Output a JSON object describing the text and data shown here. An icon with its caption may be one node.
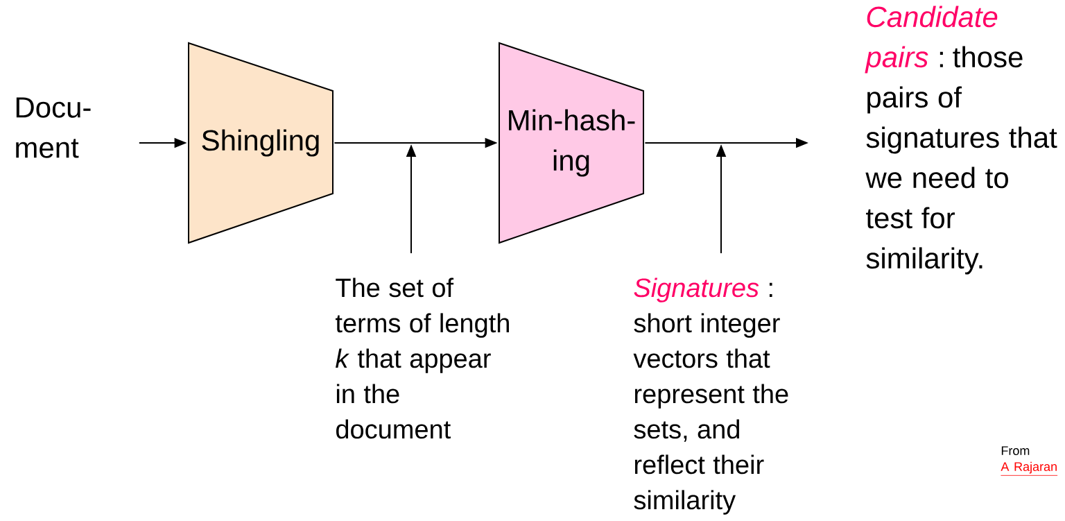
{
  "diagram": {
    "nodes": [
      {
        "text": [
          "Docu- ment"
        ]
      },
      {
        "text": [
          "Shingling"
        ]
      },
      {
        "text": [
          "Min-hash- ing"
        ]
      },
      {
        "text": [
          "Candidate pairs",
          ": those pairs of signatures that we need to test for similarity."
        ]
      },
      {
        "text": [
          "The set of terms of length *k* that appear in the document"
        ]
      },
      {
        "text": [
          "Signatures",
          ": short integer vectors that represent the sets, and reflect their similarity"
        ]
      }
    ],
    "edges": [
      {
        "from": 0,
        "to": 1,
        "arrow": "to"
      },
      {
        "from": 1,
        "to": 2,
        "arrow": "to"
      },
      {
        "from": 2,
        "to": 3,
        "arrow": "to"
      },
      {
        "from": 4,
        "to": null,
        "arrow": "to"
      },
      {
        "from": 5,
        "to": null,
        "arrow": "to"
      }
    ],
    "labels": [
      "From",
      "A Rajaran"
    ]
  }
}
